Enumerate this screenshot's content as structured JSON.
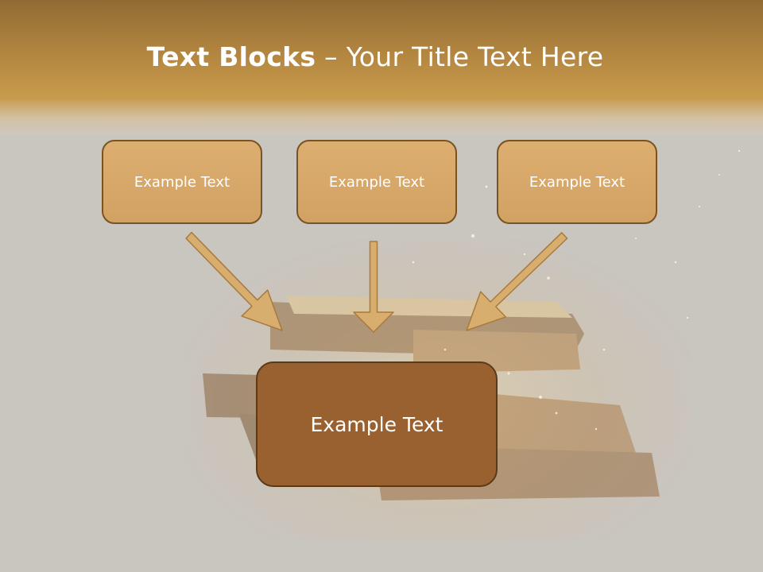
{
  "title": {
    "bold": "Text Blocks",
    "rest": " – Your Title Text Here"
  },
  "boxes": [
    {
      "label": "Example Text"
    },
    {
      "label": "Example Text"
    },
    {
      "label": "Example Text"
    }
  ],
  "target": {
    "label": "Example Text"
  },
  "colors": {
    "header": "#c89a4c",
    "box_fill": "#d6a767",
    "box_border": "#7a5322",
    "target_fill": "#98612f",
    "arrow_fill": "#d8ae6e",
    "background": "#c9c5bf"
  }
}
